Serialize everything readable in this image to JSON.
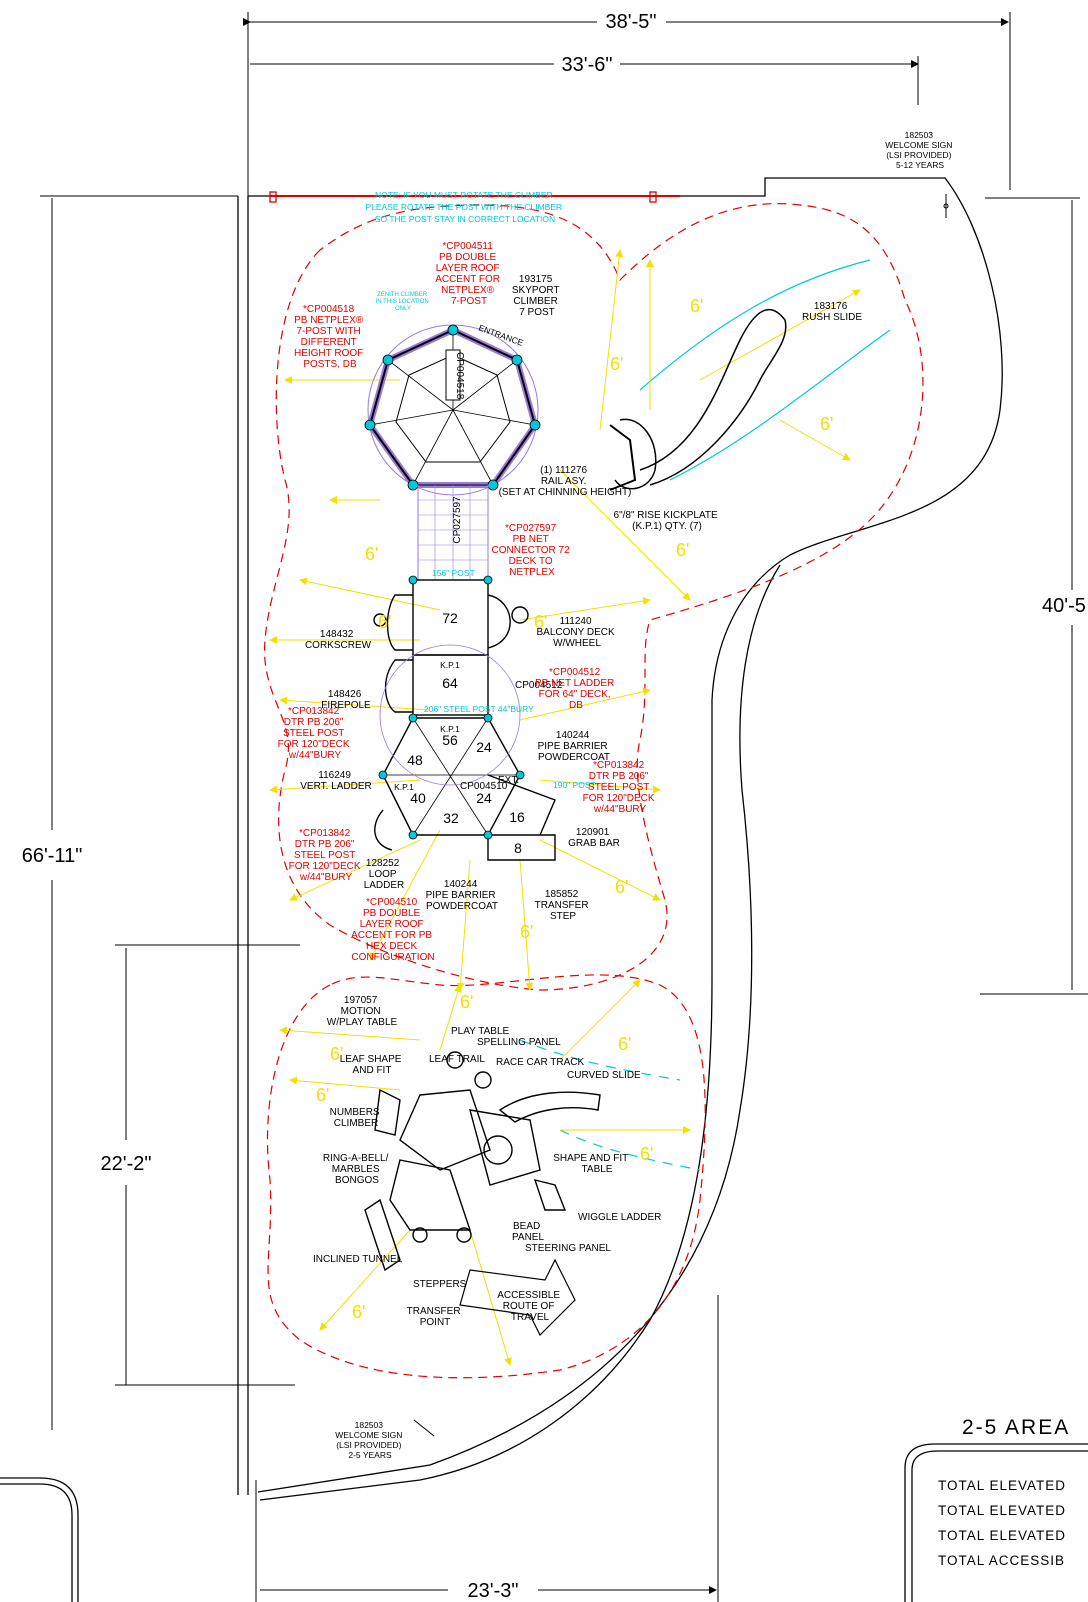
{
  "colors": {
    "boundary": "#e00000",
    "arrow": "#f3df00",
    "cyan": "#00c8d8",
    "purple": "#9a7ad8",
    "line": "#000000"
  },
  "dimensions": {
    "top_outer": "38'-5\"",
    "top_inner": "33'-6\"",
    "left_total": "66'-11\"",
    "left_lower": "22'-2\"",
    "bottom": "23'-3\"",
    "right": "40'-5"
  },
  "signs": {
    "upper": [
      "182503",
      "WELCOME SIGN",
      "(LSI PROVIDED)",
      "5-12 YEARS"
    ],
    "lower": [
      "182503",
      "WELCOME SIGN",
      "(LSI PROVIDED)",
      "2-5 YEARS"
    ]
  },
  "note_top": [
    "NOTE: IF YOU MUST ROTATE THE CLIMBER",
    "PLEASE ROTATE THE POST WITH THE CLIMBER",
    "SO THE POST STAY IN CORRECT LOCATION"
  ],
  "big_structure": {
    "red_notes": [
      [
        "*CP004511",
        "PB DOUBLE",
        "LAYER ROOF",
        "ACCENT FOR",
        "NETPLEX®",
        "7-POST"
      ],
      [
        "*CP004518",
        "PB NETPLEX®",
        "7-POST WITH",
        "DIFFERENT",
        "HEIGHT ROOF",
        "POSTS, DB"
      ],
      [
        "*CP027597",
        "PB NET",
        "CONNECTOR 72",
        "DECK TO",
        "NETPLEX"
      ],
      [
        "*CP004512",
        "PB NET LADDER",
        "FOR 64\" DECK,",
        "DB"
      ],
      [
        "*CP013842",
        "DTR PB 206\"",
        "STEEL POST",
        "FOR 120\"DECK",
        "w/44\"BURY"
      ],
      [
        "*CP013842",
        "DTR PB 206\"",
        "STEEL POST",
        "FOR 120\"DECK",
        "w/44\"BURY"
      ],
      [
        "*CP013842",
        "DTR PB 206\"",
        "STEEL POST",
        "FOR 120\"DECK",
        "w/44\"BURY"
      ],
      [
        "*CP004510",
        "PB DOUBLE",
        "LAYER ROOF",
        "ACCENT FOR PB",
        "HEX DECK",
        "CONFIGURATION"
      ]
    ],
    "black_labels": [
      [
        "193175",
        "SKYPORT",
        "CLIMBER",
        "7 POST"
      ],
      [
        "183176",
        "RUSH SLIDE"
      ],
      [
        "(1)     111276",
        "RAIL ASY.",
        "(SET AT CHINNING HEIGHT)"
      ],
      [
        "6\"/8\" RISE KICKPLATE",
        "(K.P.1) QTY. (7)"
      ],
      [
        "111240",
        "BALCONY DECK",
        "W/WHEEL"
      ],
      [
        "148432",
        "CORKSCREW"
      ],
      [
        "148426",
        "FIREPOLE"
      ],
      [
        "140244",
        "PIPE BARRIER",
        "POWDERCOAT"
      ],
      [
        "116249",
        "VERT. LADDER"
      ],
      [
        "120901",
        "GRAB BAR"
      ],
      [
        "128252",
        "LOOP",
        "LADDER"
      ],
      [
        "140244",
        "PIPE BARRIER",
        "POWDERCOAT"
      ],
      [
        "185852",
        "TRANSFER",
        "STEP"
      ]
    ],
    "decks": [
      "72",
      "64",
      "56",
      "48",
      "24",
      "40",
      "32",
      "24",
      "16",
      "8"
    ],
    "cp_tags": [
      "CP004512",
      "CP004518",
      "CP027597",
      "CP004510"
    ],
    "kp": "K.P.1",
    "cyan_labels": [
      "ZENITH CLIMBER",
      "IN THIS LOCATION",
      "ONLY",
      "ENTRANCE",
      "156\" POST",
      "206\" STEEL POST 44\"BURY",
      "190\" POST",
      "EXT."
    ]
  },
  "small_structure": {
    "labels": [
      [
        "197057",
        "MOTION",
        "W/PLAY TABLE"
      ],
      [
        "PLAY TABLE",
        "SPELLING PANEL"
      ],
      [
        "LEAF SHAPE",
        "AND FIT"
      ],
      [
        "LEAF TRAIL"
      ],
      [
        "RACE CAR TRACK"
      ],
      [
        "CURVED SLIDE"
      ],
      [
        "NUMBERS",
        "CLIMBER"
      ],
      [
        "SHAPE AND FIT",
        "TABLE"
      ],
      [
        "RING-A-BELL/",
        "MARBLES",
        "BONGOS"
      ],
      [
        "WIGGLE LADDER"
      ],
      [
        "BEAD",
        "PANEL"
      ],
      [
        "STEERING PANEL"
      ],
      [
        "INCLINED TUNNEL"
      ],
      [
        "STEPPERS"
      ],
      [
        "TRANSFER",
        "POINT"
      ],
      [
        "ACCESSIBLE",
        "ROUTE OF",
        "TRAVEL"
      ]
    ]
  },
  "clearance": "6'",
  "area_title": "2-5 AREA",
  "totals": [
    "TOTAL ELEVATED",
    "TOTAL ELEVATED",
    "TOTAL ELEVATED",
    "TOTAL ACCESSIB"
  ]
}
